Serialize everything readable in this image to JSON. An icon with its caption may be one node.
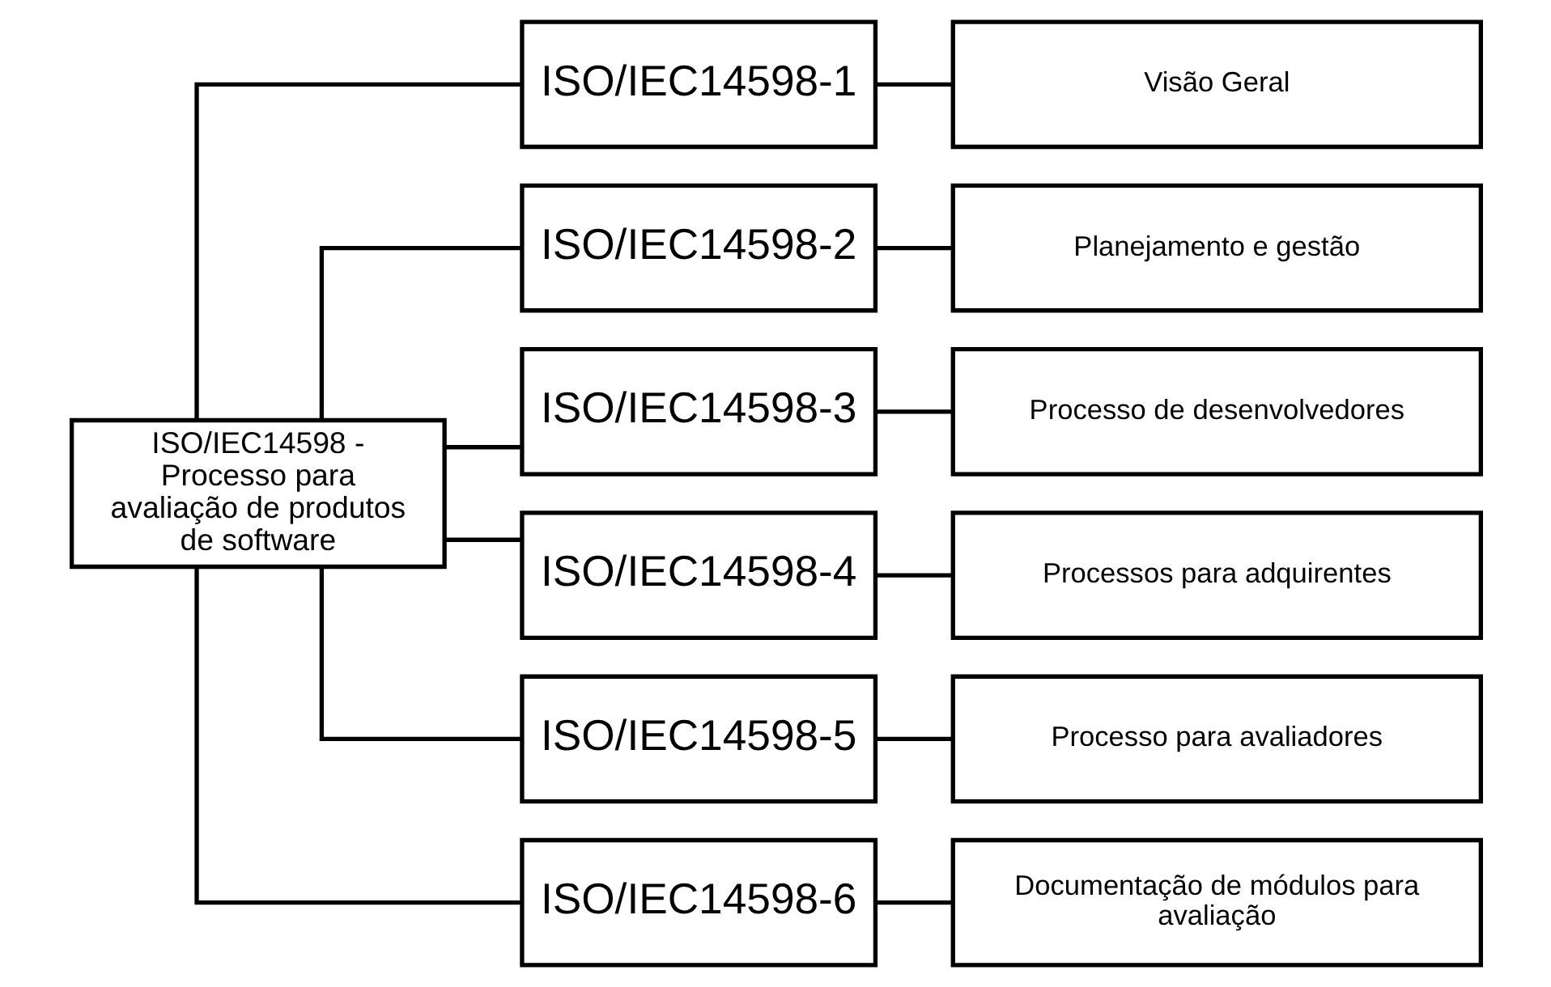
{
  "diagram": {
    "nodes": [
      {
        "text": [
          "ISO/IEC14598 - Processo para avaliação de produtos de software"
        ]
      },
      {
        "text": [
          "ISO/IEC14598-1"
        ]
      },
      {
        "text": [
          "ISO/IEC14598-2"
        ]
      },
      {
        "text": [
          "ISO/IEC14598-3"
        ]
      },
      {
        "text": [
          "ISO/IEC14598-4"
        ]
      },
      {
        "text": [
          "ISO/IEC14598-5"
        ]
      },
      {
        "text": [
          "ISO/IEC14598-6"
        ]
      },
      {
        "text": [
          "Visão Geral"
        ]
      },
      {
        "text": [
          "Planejamento e gestão"
        ]
      },
      {
        "text": [
          "Processo de desenvolvedores"
        ]
      },
      {
        "text": [
          "Processos para adquirentes"
        ]
      },
      {
        "text": [
          "Processo para avaliadores"
        ]
      },
      {
        "text": [
          "Documentação de módulos para avaliação"
        ]
      }
    ],
    "edges": [
      {
        "from": 0,
        "to": 1,
        "arrow": "none"
      },
      {
        "from": 0,
        "to": 2,
        "arrow": "none"
      },
      {
        "from": 0,
        "to": 3,
        "arrow": "none"
      },
      {
        "from": 0,
        "to": 4,
        "arrow": "none"
      },
      {
        "from": 0,
        "to": 5,
        "arrow": "none"
      },
      {
        "from": 0,
        "to": 6,
        "arrow": "none"
      },
      {
        "from": 1,
        "to": 7,
        "arrow": "none"
      },
      {
        "from": 2,
        "to": 8,
        "arrow": "none"
      },
      {
        "from": 3,
        "to": 9,
        "arrow": "none"
      },
      {
        "from": 4,
        "to": 10,
        "arrow": "none"
      },
      {
        "from": 5,
        "to": 11,
        "arrow": "none"
      },
      {
        "from": 6,
        "to": 12,
        "arrow": "none"
      }
    ]
  }
}
